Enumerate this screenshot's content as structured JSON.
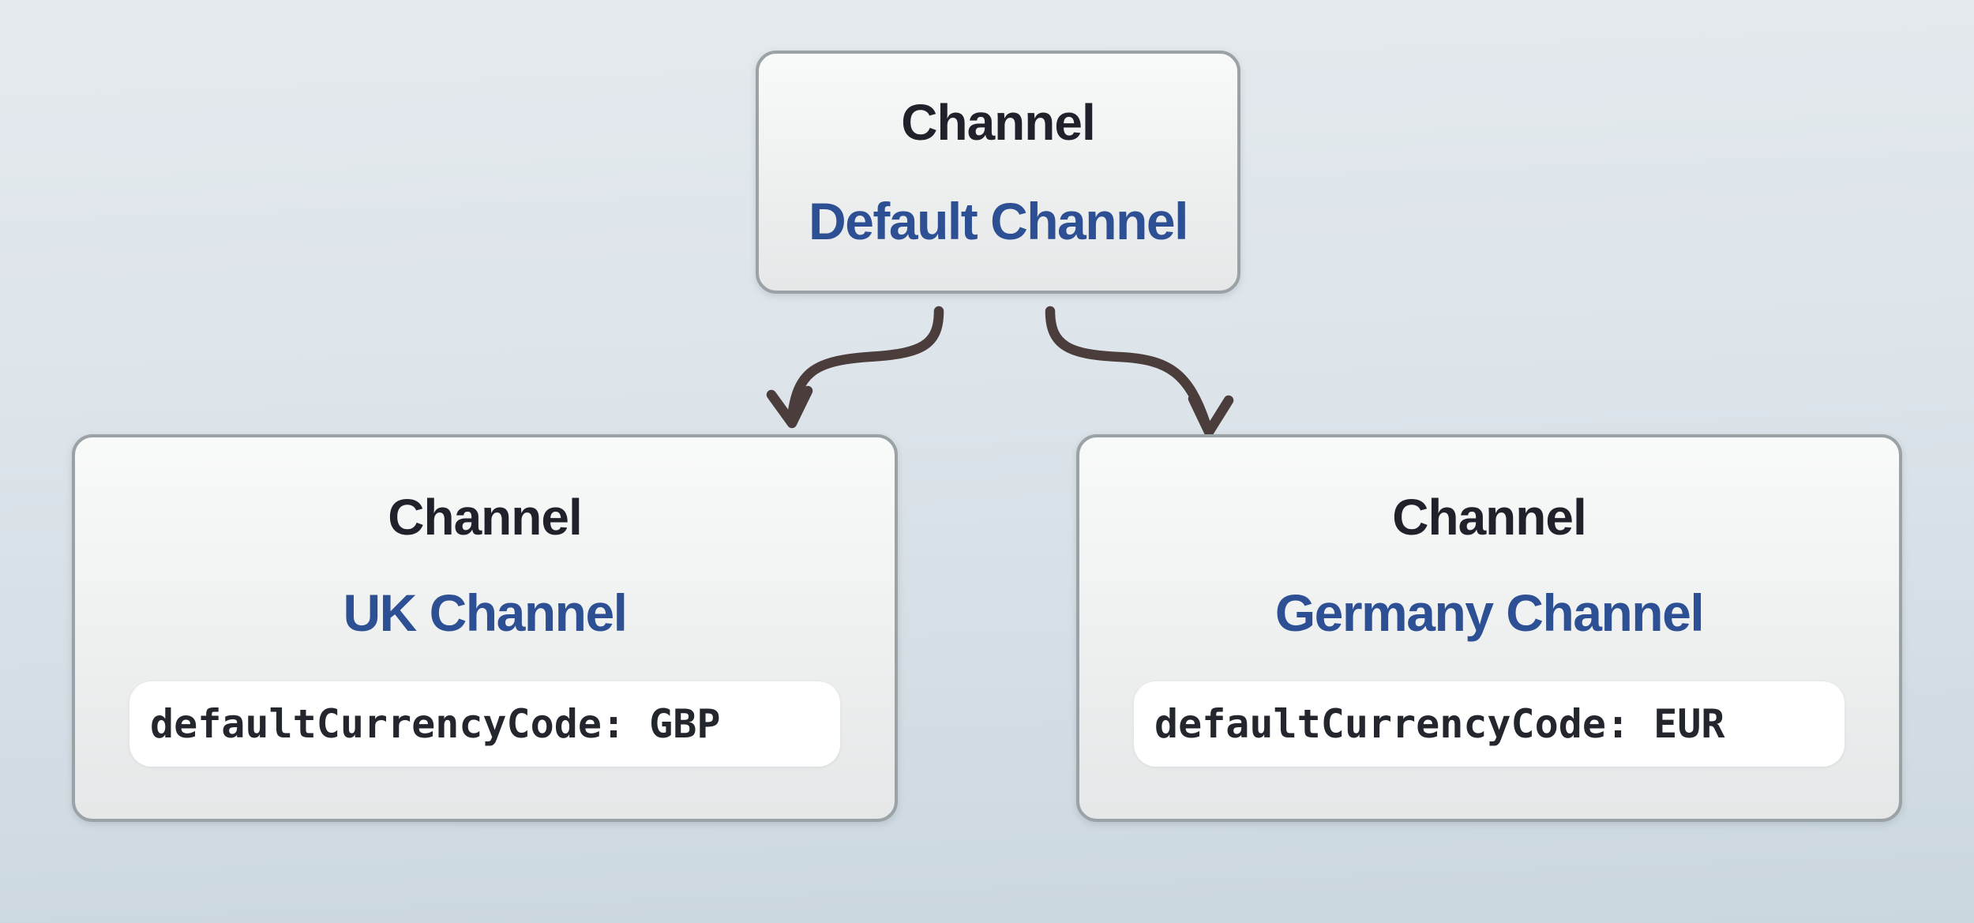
{
  "diagram": {
    "nodes": {
      "root": {
        "type_label": "Channel",
        "name": "Default Channel"
      },
      "uk": {
        "type_label": "Channel",
        "name": "UK Channel",
        "attribute": "defaultCurrencyCode: GBP"
      },
      "germany": {
        "type_label": "Channel",
        "name": "Germany Channel",
        "attribute": "defaultCurrencyCode: EUR"
      }
    },
    "colors": {
      "bg_top": "#e5eaee",
      "bg_mid": "#dce4ea",
      "bg_bottom": "#cbd7df",
      "node_fill_top": "#f9fafa",
      "node_fill_bottom": "#e5e7e8",
      "node_border": "#9ba2a6",
      "heading": "#1f222b",
      "name_blue": "#2d4f94",
      "code_dark": "#23262c",
      "pill_bg": "#ffffff",
      "arrow": "#4c3d3d"
    }
  }
}
